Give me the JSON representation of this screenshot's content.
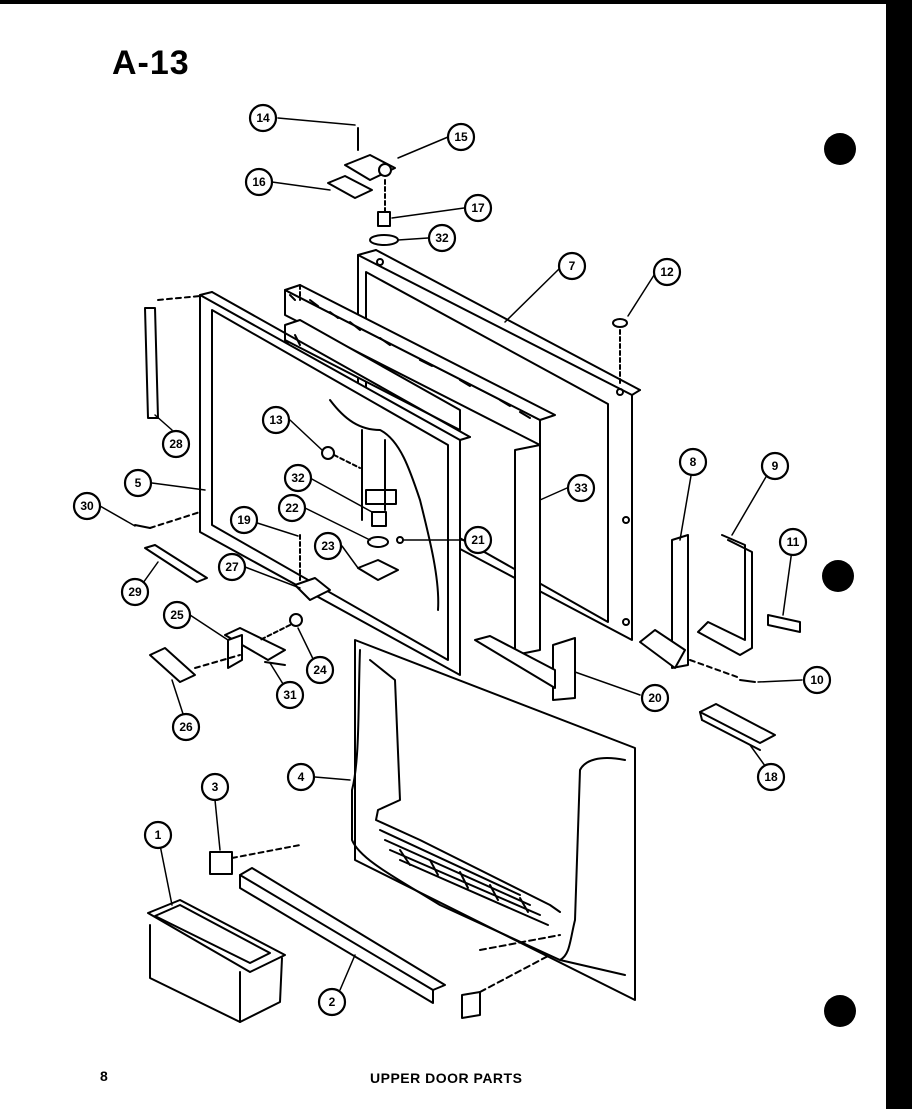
{
  "page": {
    "code": "A-13",
    "number": "8",
    "caption": "UPPER DOOR PARTS"
  },
  "callouts": [
    {
      "label": "14"
    },
    {
      "label": "15"
    },
    {
      "label": "16"
    },
    {
      "label": "17"
    },
    {
      "label": "32"
    },
    {
      "label": "7"
    },
    {
      "label": "12"
    },
    {
      "label": "28"
    },
    {
      "label": "13"
    },
    {
      "label": "5"
    },
    {
      "label": "32"
    },
    {
      "label": "22"
    },
    {
      "label": "30"
    },
    {
      "label": "19"
    },
    {
      "label": "23"
    },
    {
      "label": "21"
    },
    {
      "label": "33"
    },
    {
      "label": "8"
    },
    {
      "label": "9"
    },
    {
      "label": "11"
    },
    {
      "label": "29"
    },
    {
      "label": "27"
    },
    {
      "label": "25"
    },
    {
      "label": "24"
    },
    {
      "label": "31"
    },
    {
      "label": "26"
    },
    {
      "label": "20"
    },
    {
      "label": "10"
    },
    {
      "label": "18"
    },
    {
      "label": "4"
    },
    {
      "label": "3"
    },
    {
      "label": "1"
    },
    {
      "label": "2"
    }
  ]
}
